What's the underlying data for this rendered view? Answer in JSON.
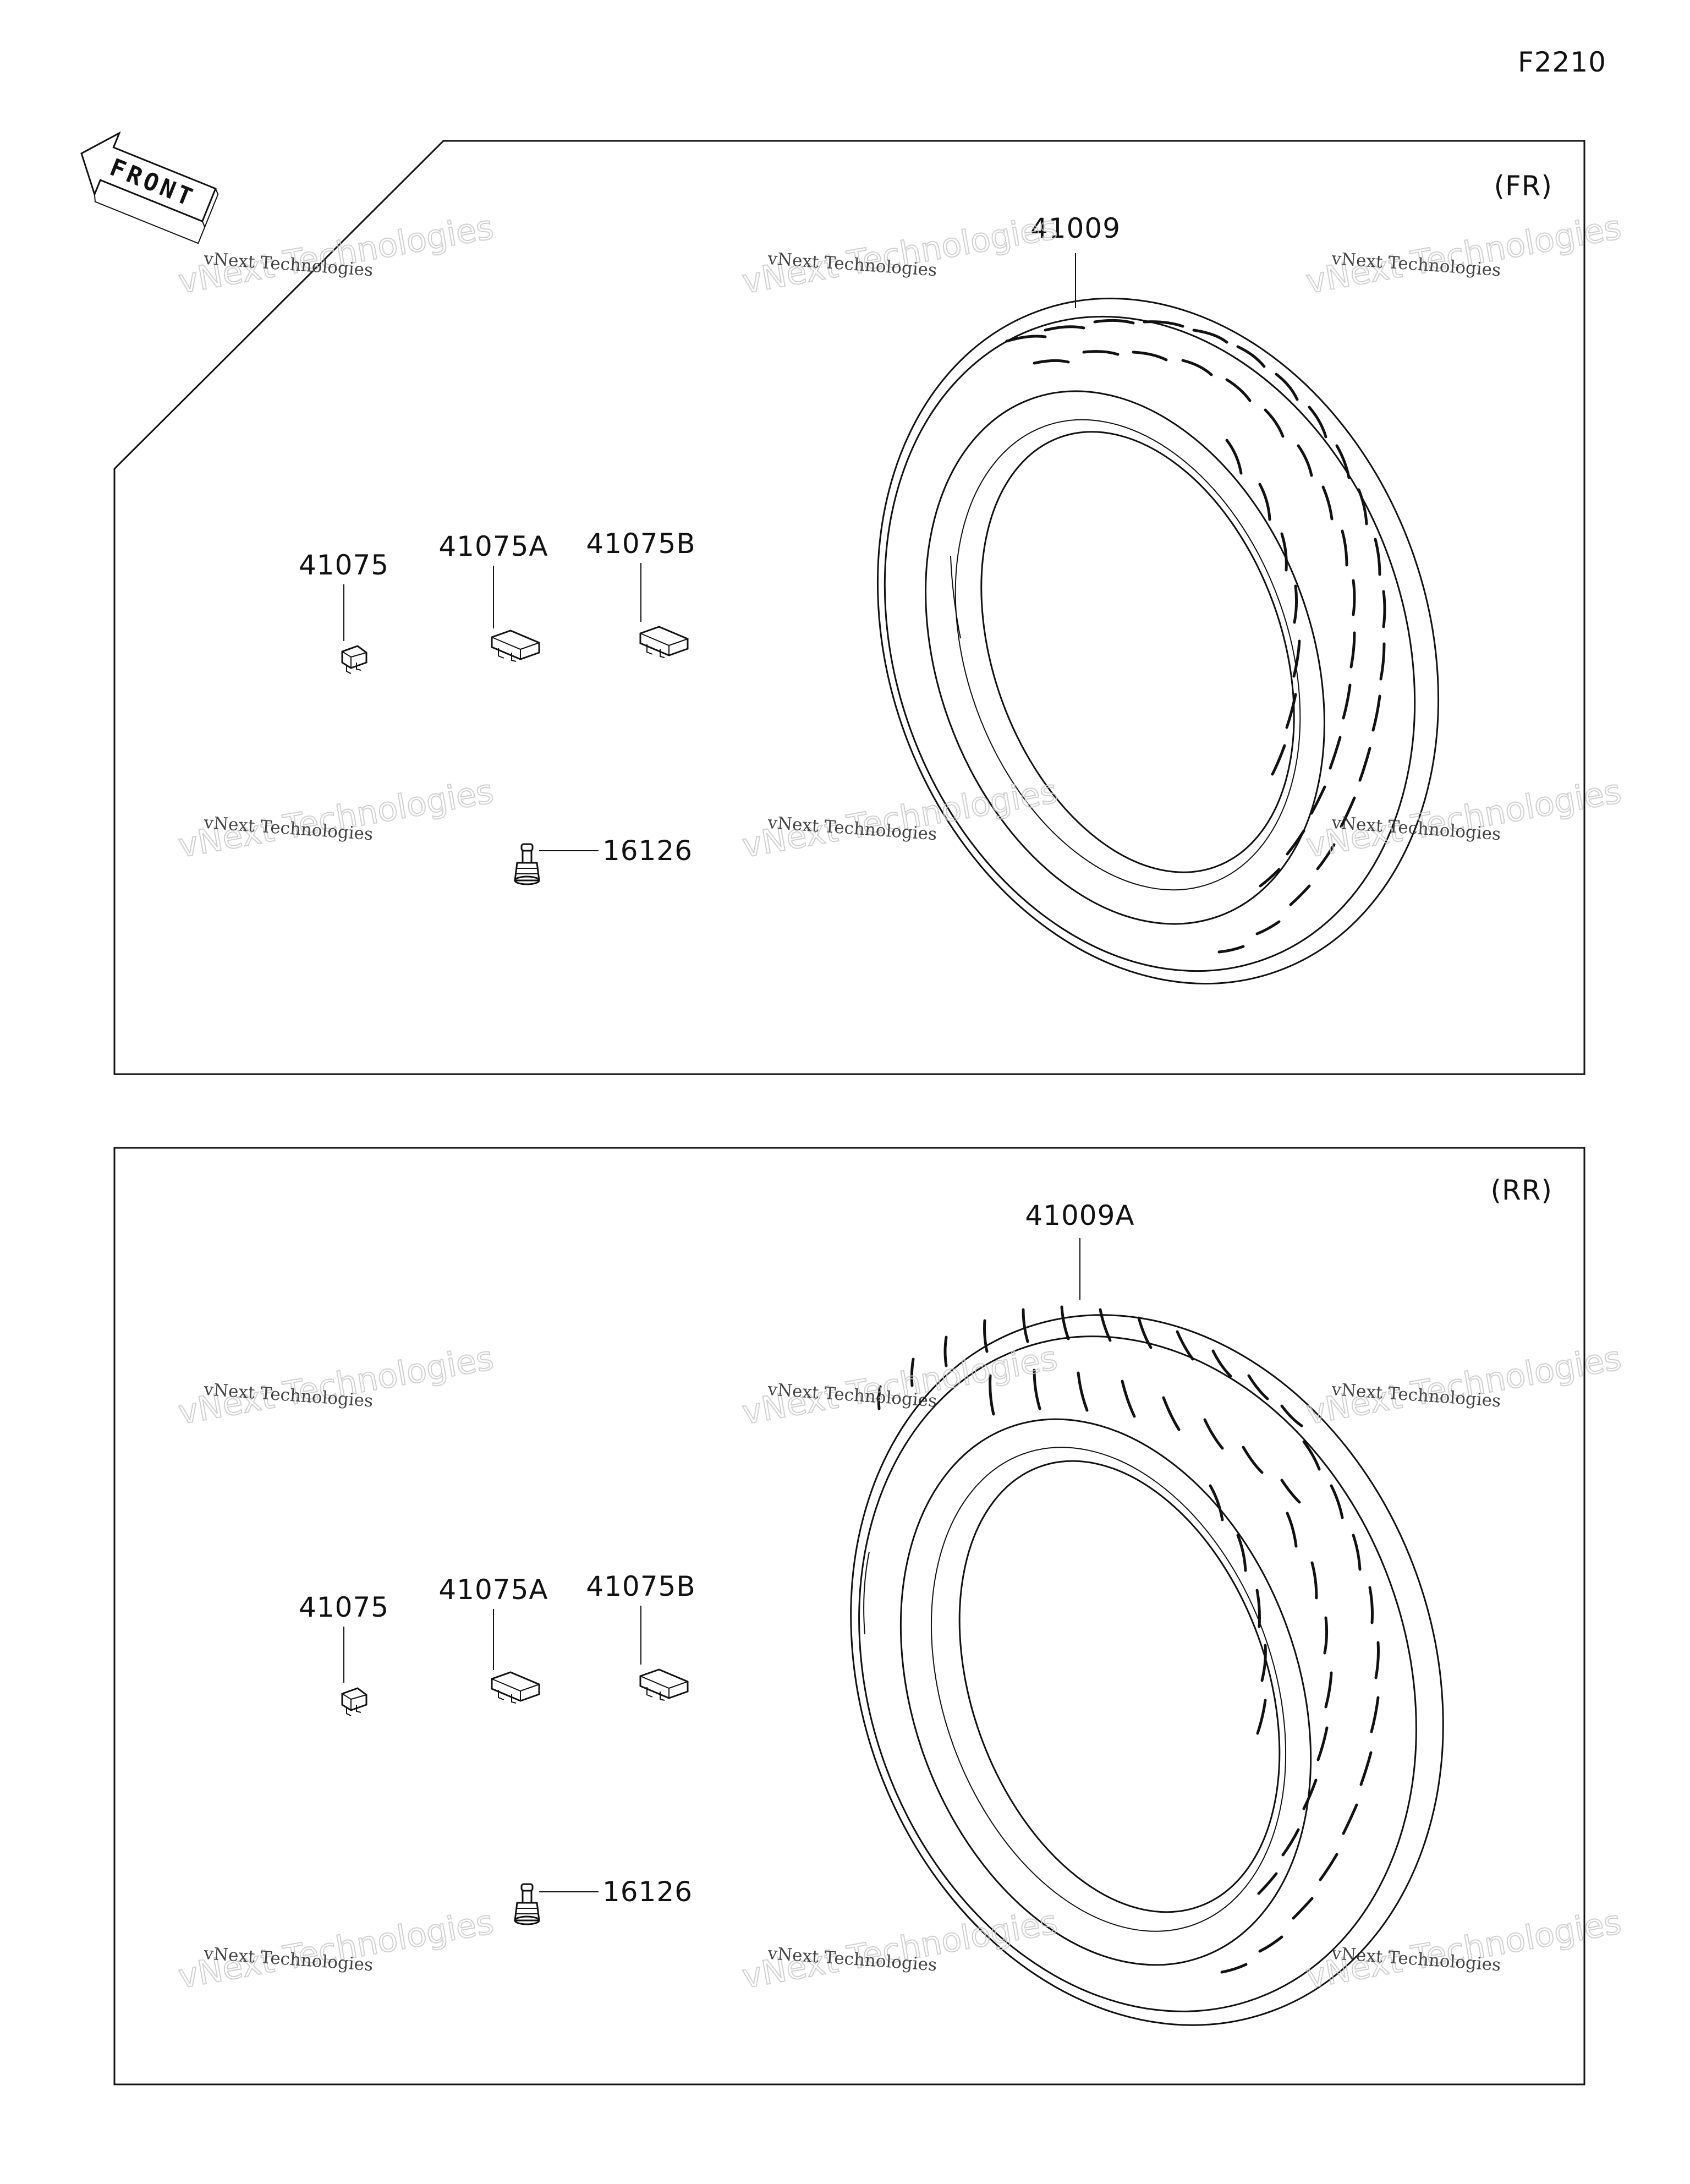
{
  "page_code": "F2210",
  "front_badge": "FRONT",
  "watermark": {
    "line1": "vNext Technologies",
    "line2": "vNext Technologies"
  },
  "panels": [
    {
      "tag": "(FR)",
      "tire_part": "41009",
      "weight_parts": [
        "41075",
        "41075A",
        "41075B"
      ],
      "valve_part": "16126"
    },
    {
      "tag": "(RR)",
      "tire_part": "41009A",
      "weight_parts": [
        "41075",
        "41075A",
        "41075B"
      ],
      "valve_part": "16126"
    }
  ]
}
